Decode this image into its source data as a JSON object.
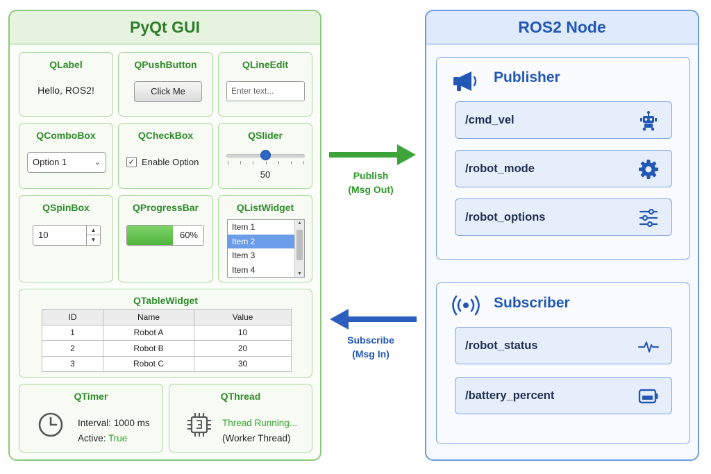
{
  "gui": {
    "title": "PyQt GUI",
    "qlabel": {
      "title": "QLabel",
      "text": "Hello, ROS2!"
    },
    "qpushbutton": {
      "title": "QPushButton",
      "button_label": "Click Me"
    },
    "qlineedit": {
      "title": "QLineEdit",
      "placeholder": "Enter text..."
    },
    "qcombobox": {
      "title": "QComboBox",
      "selected": "Option 1"
    },
    "qcheckbox": {
      "title": "QCheckBox",
      "label": "Enable Option",
      "checked": true
    },
    "qslider": {
      "title": "QSlider",
      "value": "50",
      "level": 0.5
    },
    "qspinbox": {
      "title": "QSpinBox",
      "value": "10"
    },
    "qprogressbar": {
      "title": "QProgressBar",
      "text": "60%",
      "fraction": 0.6
    },
    "qlistwidget": {
      "title": "QListWidget",
      "items": [
        "Item 1",
        "Item 2",
        "Item 3",
        "Item 4"
      ],
      "selected_index": 1
    },
    "qtablewidget": {
      "title": "QTableWidget",
      "headers": [
        "ID",
        "Name",
        "Value"
      ],
      "rows": [
        [
          "1",
          "Robot A",
          "10"
        ],
        [
          "2",
          "Robot B",
          "20"
        ],
        [
          "3",
          "Robot C",
          "30"
        ]
      ]
    },
    "qtimer": {
      "title": "QTimer",
      "interval_label": "Interval:",
      "interval_value": "1000 ms",
      "active_label": "Active:",
      "active_value": "True"
    },
    "qthread": {
      "title": "QThread",
      "status": "Thread Running...",
      "detail": "(Worker Thread)"
    }
  },
  "arrows": {
    "publish": {
      "line1": "Publish",
      "line2": "(Msg Out)",
      "color": "#2f9a2a"
    },
    "subscribe": {
      "line1": "Subscribe",
      "line2": "(Msg In)",
      "color": "#2257b4"
    }
  },
  "ros": {
    "title": "ROS2 Node",
    "publisher": {
      "title": "Publisher",
      "icon": "megaphone-icon",
      "topics": [
        {
          "name": "/cmd_vel",
          "icon": "robot-icon"
        },
        {
          "name": "/robot_mode",
          "icon": "gear-icon"
        },
        {
          "name": "/robot_options",
          "icon": "sliders-icon"
        }
      ]
    },
    "subscriber": {
      "title": "Subscriber",
      "icon": "broadcast-icon",
      "topics": [
        {
          "name": "/robot_status",
          "icon": "pulse-icon"
        },
        {
          "name": "/battery_percent",
          "icon": "battery-icon"
        }
      ]
    }
  },
  "colors": {
    "gui_accent": "#2f8a2a",
    "ros_accent": "#2257b4"
  }
}
